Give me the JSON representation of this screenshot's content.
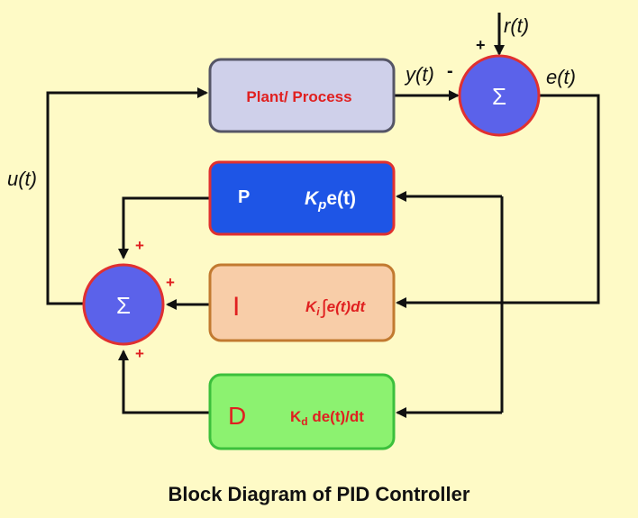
{
  "colors": {
    "background": "#fefac6",
    "plant_fill": "#cfd0ea",
    "plant_border": "#555566",
    "p_fill": "#1e55e6",
    "p_border": "#e03030",
    "i_fill": "#f8cda8",
    "i_border": "#c27a30",
    "d_fill": "#8cf270",
    "d_border": "#3cc03c",
    "sum_fill": "#5b62ea",
    "sum_border": "#e03030",
    "label_red": "#e02020",
    "line": "#111111"
  },
  "blocks": {
    "plant": {
      "label": "Plant/ Process"
    },
    "p": {
      "letter": "P",
      "gain": "K",
      "gain_sub": "p",
      "gain_rest": "e(t)"
    },
    "i": {
      "letter": "I",
      "gain": "K",
      "gain_sub": "i",
      "integral": "∫",
      "gain_rest": "e(t)dt"
    },
    "d": {
      "letter": "D",
      "gain": "K",
      "gain_sub": "d",
      "gain_rest": " de(t)/dt"
    }
  },
  "summers": {
    "error_sum": {
      "symbol": "Σ",
      "plus_sign": "+",
      "minus_sign": "-"
    },
    "output_sum": {
      "symbol": "Σ",
      "plus_top": "+",
      "plus_mid": "+",
      "plus_bottom": "+"
    }
  },
  "signals": {
    "reference": "r(t)",
    "output": "y(t)",
    "error": "e(t)",
    "control": "u(t)"
  },
  "caption": "Block Diagram of PID Controller"
}
